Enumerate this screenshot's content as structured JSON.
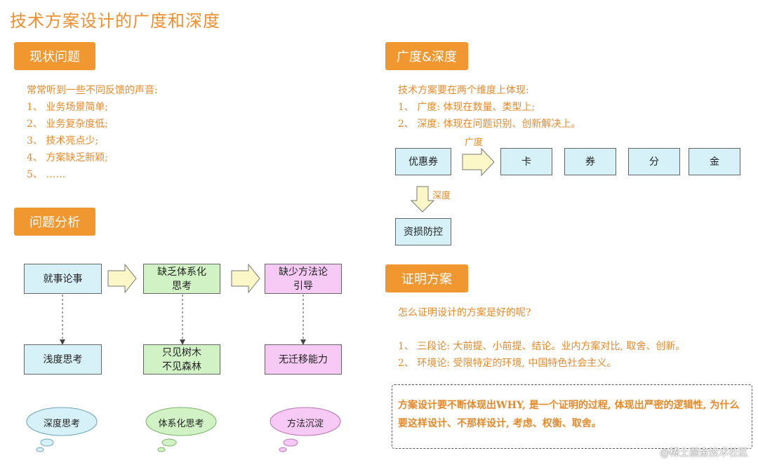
{
  "title": "技术方案设计的广度和深度",
  "sections": {
    "current_issues": "现状问题",
    "analysis": "问题分析",
    "breadth_depth": "广度&深度",
    "proof": "证明方案"
  },
  "current_issues_list": [
    "常常听到一些不同反馈的声音:",
    "1、 业务场景简单;",
    "2、 业务复杂度低;",
    "3、 技术亮点少;",
    "4、 方案缺乏新颖;",
    "5、 ……"
  ],
  "analysis_diagram": {
    "top": [
      "就事论事",
      "缺乏体系化\n思考",
      "缺少方法论\n引导"
    ],
    "bottom": [
      "浅度思考",
      "只见树木\n不见森林",
      "无迁移能力"
    ],
    "clouds": [
      "深度思考",
      "体系化思考",
      "方法沉淀"
    ]
  },
  "breadth_depth_list": [
    "技术方案要在两个维度上体现:",
    "1、 广度: 体现在数量、类型上;",
    "2、 深度: 体现在问题识别、创新解决上。"
  ],
  "bd_diagram": {
    "root": "优惠券",
    "breadth_label": "广度",
    "depth_label": "深度",
    "breadth_items": [
      "卡",
      "券",
      "分",
      "金"
    ],
    "depth_item": "资损防控"
  },
  "proof_text": {
    "question": "怎么证明设计的方案是好的呢?",
    "items": [
      "1、 三段论: 大前提、小前提、结论。业内方案对比, 取舍、创新。",
      "2、 环境论: 受限特定的环境, 中国特色社会主义。"
    ],
    "note": "方案设计要不断体现出WHY, 是一个证明的过程, 体现出严密的逻辑性, 为什么要这样设计、不那样设计, 考虑、权衡、取舍。"
  },
  "watermark": "@稀土掘金技术社区",
  "colors": {
    "accent": "#f0972f",
    "text_orange": "#e58a2b",
    "box_blue": "#d6f1f8",
    "box_green": "#d1f2c4",
    "box_pink": "#f7c9f5",
    "arrow_yellow": "#fbf7c7"
  }
}
